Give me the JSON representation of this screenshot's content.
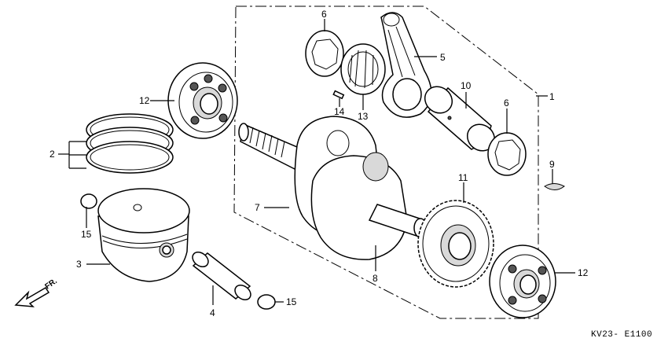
{
  "diagram": {
    "title": "",
    "diagram_code": "KV23- E1100",
    "direction_label": "FR.",
    "callouts": {
      "c1": "1",
      "c2": "2",
      "c3": "3",
      "c4": "4",
      "c5": "5",
      "c6a": "6",
      "c6b": "6",
      "c7": "7",
      "c8": "8",
      "c9": "9",
      "c10": "10",
      "c11": "11",
      "c12a": "12",
      "c12b": "12",
      "c13": "13",
      "c14": "14",
      "c15a": "15",
      "c15b": "15"
    }
  }
}
